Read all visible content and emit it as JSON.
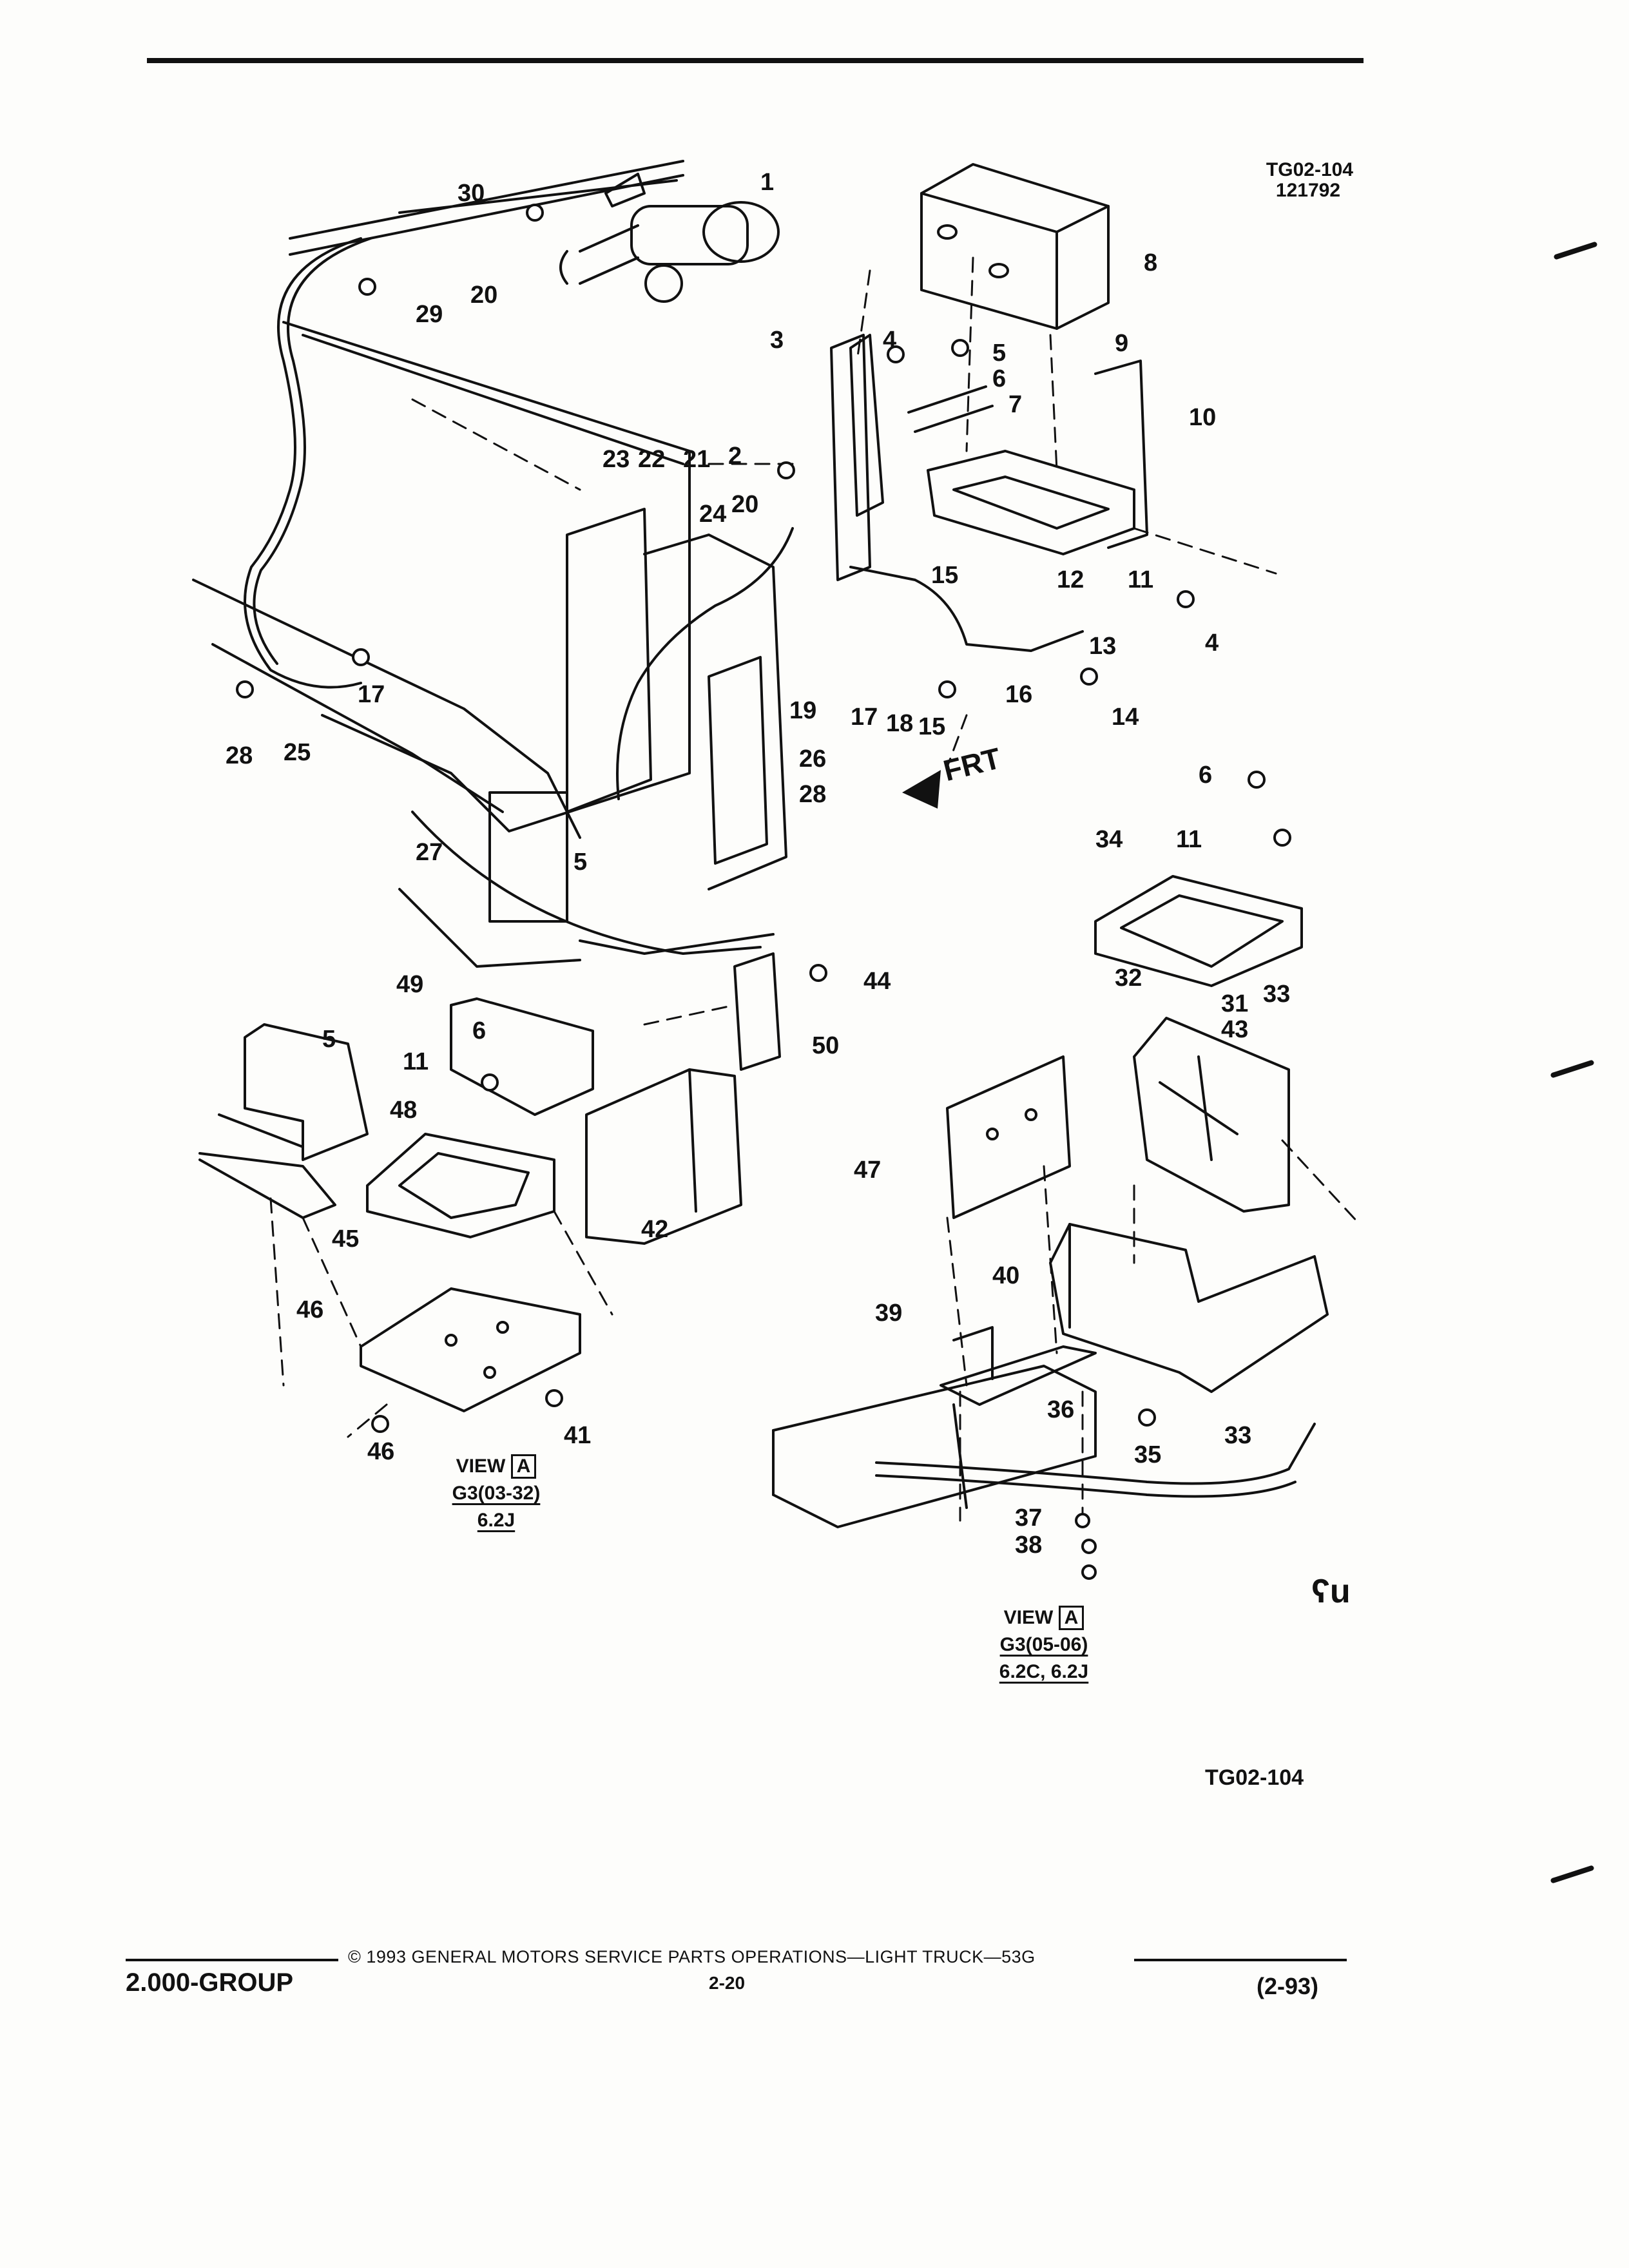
{
  "header": {
    "figure_id": "TG02-104",
    "date_code": "121792"
  },
  "callouts": [
    "1",
    "30",
    "29",
    "20",
    "8",
    "3",
    "4",
    "5",
    "6",
    "9",
    "7",
    "10",
    "2",
    "23",
    "22",
    "21",
    "24",
    "20",
    "15",
    "12",
    "11",
    "4",
    "13",
    "14",
    "16",
    "17",
    "18",
    "19",
    "17",
    "15",
    "28",
    "25",
    "26",
    "28",
    "27",
    "5",
    "6",
    "11",
    "34",
    "32",
    "31",
    "33",
    "43",
    "44",
    "50",
    "49",
    "5",
    "6",
    "11",
    "48",
    "45",
    "42",
    "47",
    "46",
    "46",
    "41",
    "40",
    "39",
    "36",
    "35",
    "33",
    "37",
    "38"
  ],
  "frt_label": "FRT",
  "views": [
    {
      "title": "VIEW",
      "box": "A",
      "code": "G3(03-32)",
      "engines": "6.2J"
    },
    {
      "title": "VIEW",
      "box": "A",
      "code": "G3(05-06)",
      "engines": "6.2C, 6.2J"
    }
  ],
  "figure_id_bottom": "TG02-104",
  "footer": {
    "copyright": "© 1993  GENERAL MOTORS SERVICE PARTS OPERATIONS—LIGHT TRUCK—53G",
    "group": "2.000-GROUP",
    "page": "2-20",
    "date": "(2-93)"
  },
  "manufacturer_mark": "ʕu",
  "colors": {
    "ink": "#111111",
    "paper": "#fdfdfb"
  }
}
